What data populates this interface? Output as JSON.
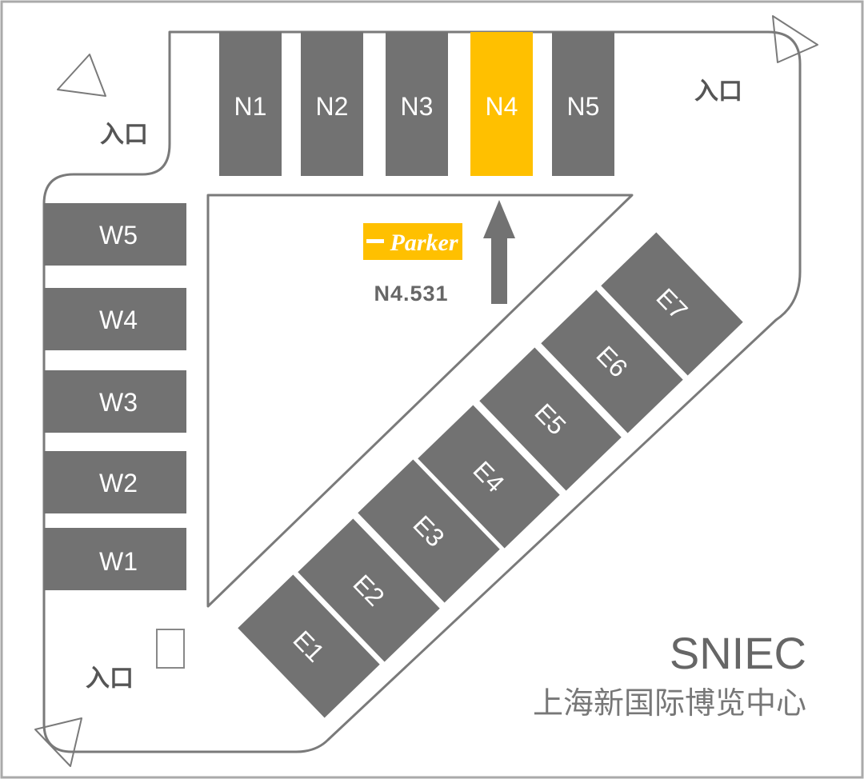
{
  "map": {
    "colors": {
      "hall": "#727272",
      "highlight": "#FFC000",
      "outline": "#7a7a7a",
      "frame": "#aaaaaa",
      "brand_bg": "#FFC000"
    },
    "halls": {
      "north": [
        "N1",
        "N2",
        "N3",
        "N4",
        "N5"
      ],
      "west": [
        "W5",
        "W4",
        "W3",
        "W2",
        "W1"
      ],
      "east": [
        "E1",
        "E2",
        "E3",
        "E4",
        "E5",
        "E6",
        "E7"
      ],
      "highlighted": "N4"
    },
    "entrances": [
      "入口",
      "入口",
      "入口"
    ],
    "exhibitor": {
      "brand": "Parker",
      "booth": "N4.531"
    },
    "venue": {
      "name_en": "SNIEC",
      "name_cn": "上海新国际博览中心"
    },
    "icons": [
      "entrance-arrow-icon",
      "direction-arrow-icon"
    ]
  }
}
